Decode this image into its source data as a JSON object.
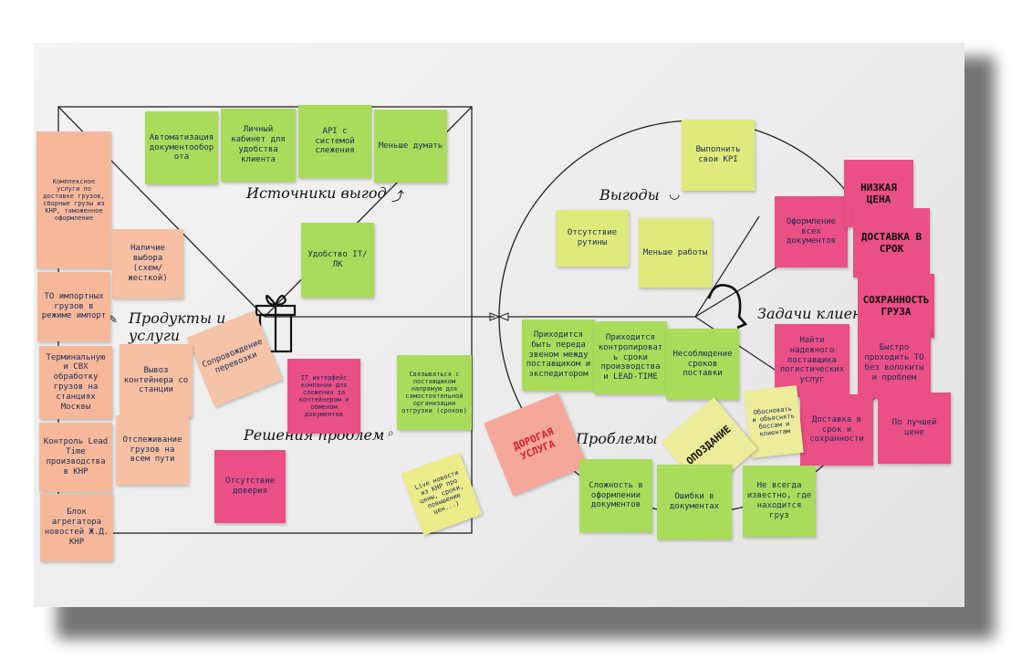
{
  "colors": {
    "green": "#a9dc5a",
    "lime": "#dfea7c",
    "peach": "#f7b89a",
    "pink": "#ea4f86",
    "yellow": "#ecec9a"
  },
  "labels": {
    "gains": "Источники выгод",
    "products": "Продукты и услуги",
    "pain": "Решения проблем",
    "benefits": "Выгоды",
    "jobs": "Задачи клиен",
    "problems": "Проблемы"
  },
  "icons": {
    "gains": "trend-up-icon",
    "products": "gift-box-icon",
    "customer": "face-profile-icon"
  },
  "notes": {
    "n1": "Автоматизация документооборота",
    "n2": "Личный кабинет для удобства клиента",
    "n3": "API с системой слежения",
    "n4": "Меньше думать",
    "n5": "Удобство IT/ЛК",
    "n6": "Комплексное услуги по доставке грузов, сборные грузы из КНР, таможенное оформление",
    "n7": "Наличие выбора (схем/жесткой)",
    "n8": "Сопровождение перевозки",
    "n9": "IT интерфейс компании для слежения за контейнером и обменом документов",
    "n10": "Связываться с поставщиком напрямую для самостоятельной организации отгрузки (сроков)",
    "n11": "Отсутствие доверия",
    "n12": "Live новости из КНР про цены, сроки, повышение цен...)",
    "n13": "ТО импортных грузов в режиме импорт",
    "n14": "Терминальную и СВХ обработку грузов на станциях Москвы",
    "n15": "Вывоз контейнера со станции",
    "n16": "Отслеживание грузов на всем пути",
    "n17": "Контроль Lead Time производства в КНР",
    "n18": "Блок агрегатора новостей Ж.Д. КНР",
    "n19": "Выполнить свои KPI",
    "n20": "Отсутствие рутины",
    "n21": "Меньше работы",
    "n22": "Оформление всех документов",
    "n23": "НИЗКАЯ ЦЕНА",
    "n24": "ДОСТАВКА В СРОК",
    "n25": "СОХРАННОСТЬ ГРУЗА",
    "n26": "Приходится быть переда звеном между поставщиком и экспедитором",
    "n27": "Приходится контролировать сроки производства и LEAD-TIME",
    "n28": "Несоблюдение сроков поставки",
    "n29": "Найти надежного поставщика логистических услуг",
    "n30": "Быстро проходить ТО без волокиты и проблем",
    "n31": "Обосновать и объяснять боссам и клиентам",
    "n32": "Доставка в срок и сохранности",
    "n33": "По лучшей цене",
    "n34": "ДОРОГАЯ УСЛУГА",
    "n35": "ОПОЗДАНИЕ",
    "n36": "Сложность в оформлении документов",
    "n37": "Ошибки в документах",
    "n38": "Не всегда известно, где находится груз"
  }
}
